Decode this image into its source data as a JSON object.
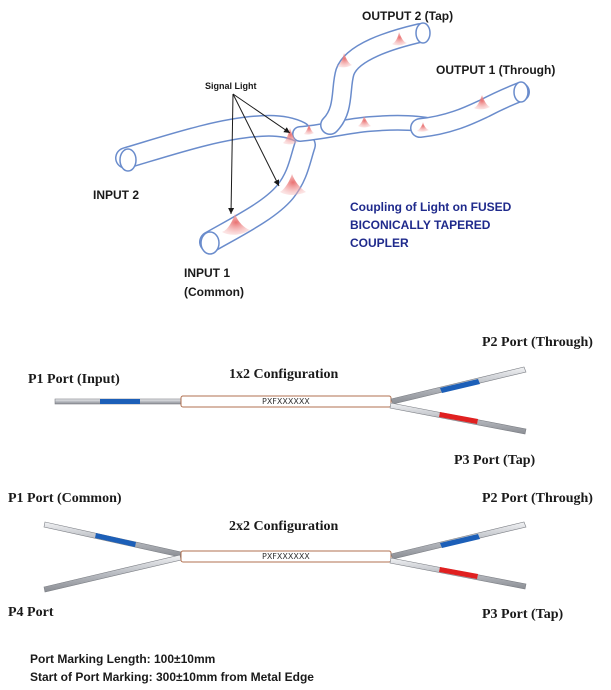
{
  "coupler_illustration": {
    "output2_label": "OUTPUT 2 (Tap)",
    "output1_label": "OUTPUT 1 (Through)",
    "signal_light_label": "Signal Light",
    "input2_label": "INPUT 2",
    "input1_label_line1": "INPUT 1",
    "input1_label_line2": "(Common)",
    "caption_line1": "Coupling of Light on FUSED",
    "caption_line2": "BICONICALLY TAPERED",
    "caption_line3": "COUPLER",
    "caption_color": "#1f2a8c",
    "fiber_color": "#6a8ccc",
    "pulse_color": "#e86a6a"
  },
  "config_1x2": {
    "title": "1x2 Configuration",
    "box_text": "PXFXXXXXX",
    "p1_label": "P1 Port (Input)",
    "p2_label": "P2 Port (Through)",
    "p3_label": "P3 Port (Tap)"
  },
  "config_2x2": {
    "title": "2x2 Configuration",
    "box_text": "PXFXXXXXX",
    "p1_label": "P1 Port (Common)",
    "p2_label": "P2 Port (Through)",
    "p3_label": "P3 Port (Tap)",
    "p4_label": "P4 Port"
  },
  "colors": {
    "blue_marking": "#1c5fb8",
    "red_marking": "#e02020",
    "fiber_gray": "#b9bcc2"
  },
  "notes": {
    "line1": "Port Marking Length: 100±10mm",
    "line2": "Start of Port Marking: 300±10mm from Metal Edge"
  }
}
